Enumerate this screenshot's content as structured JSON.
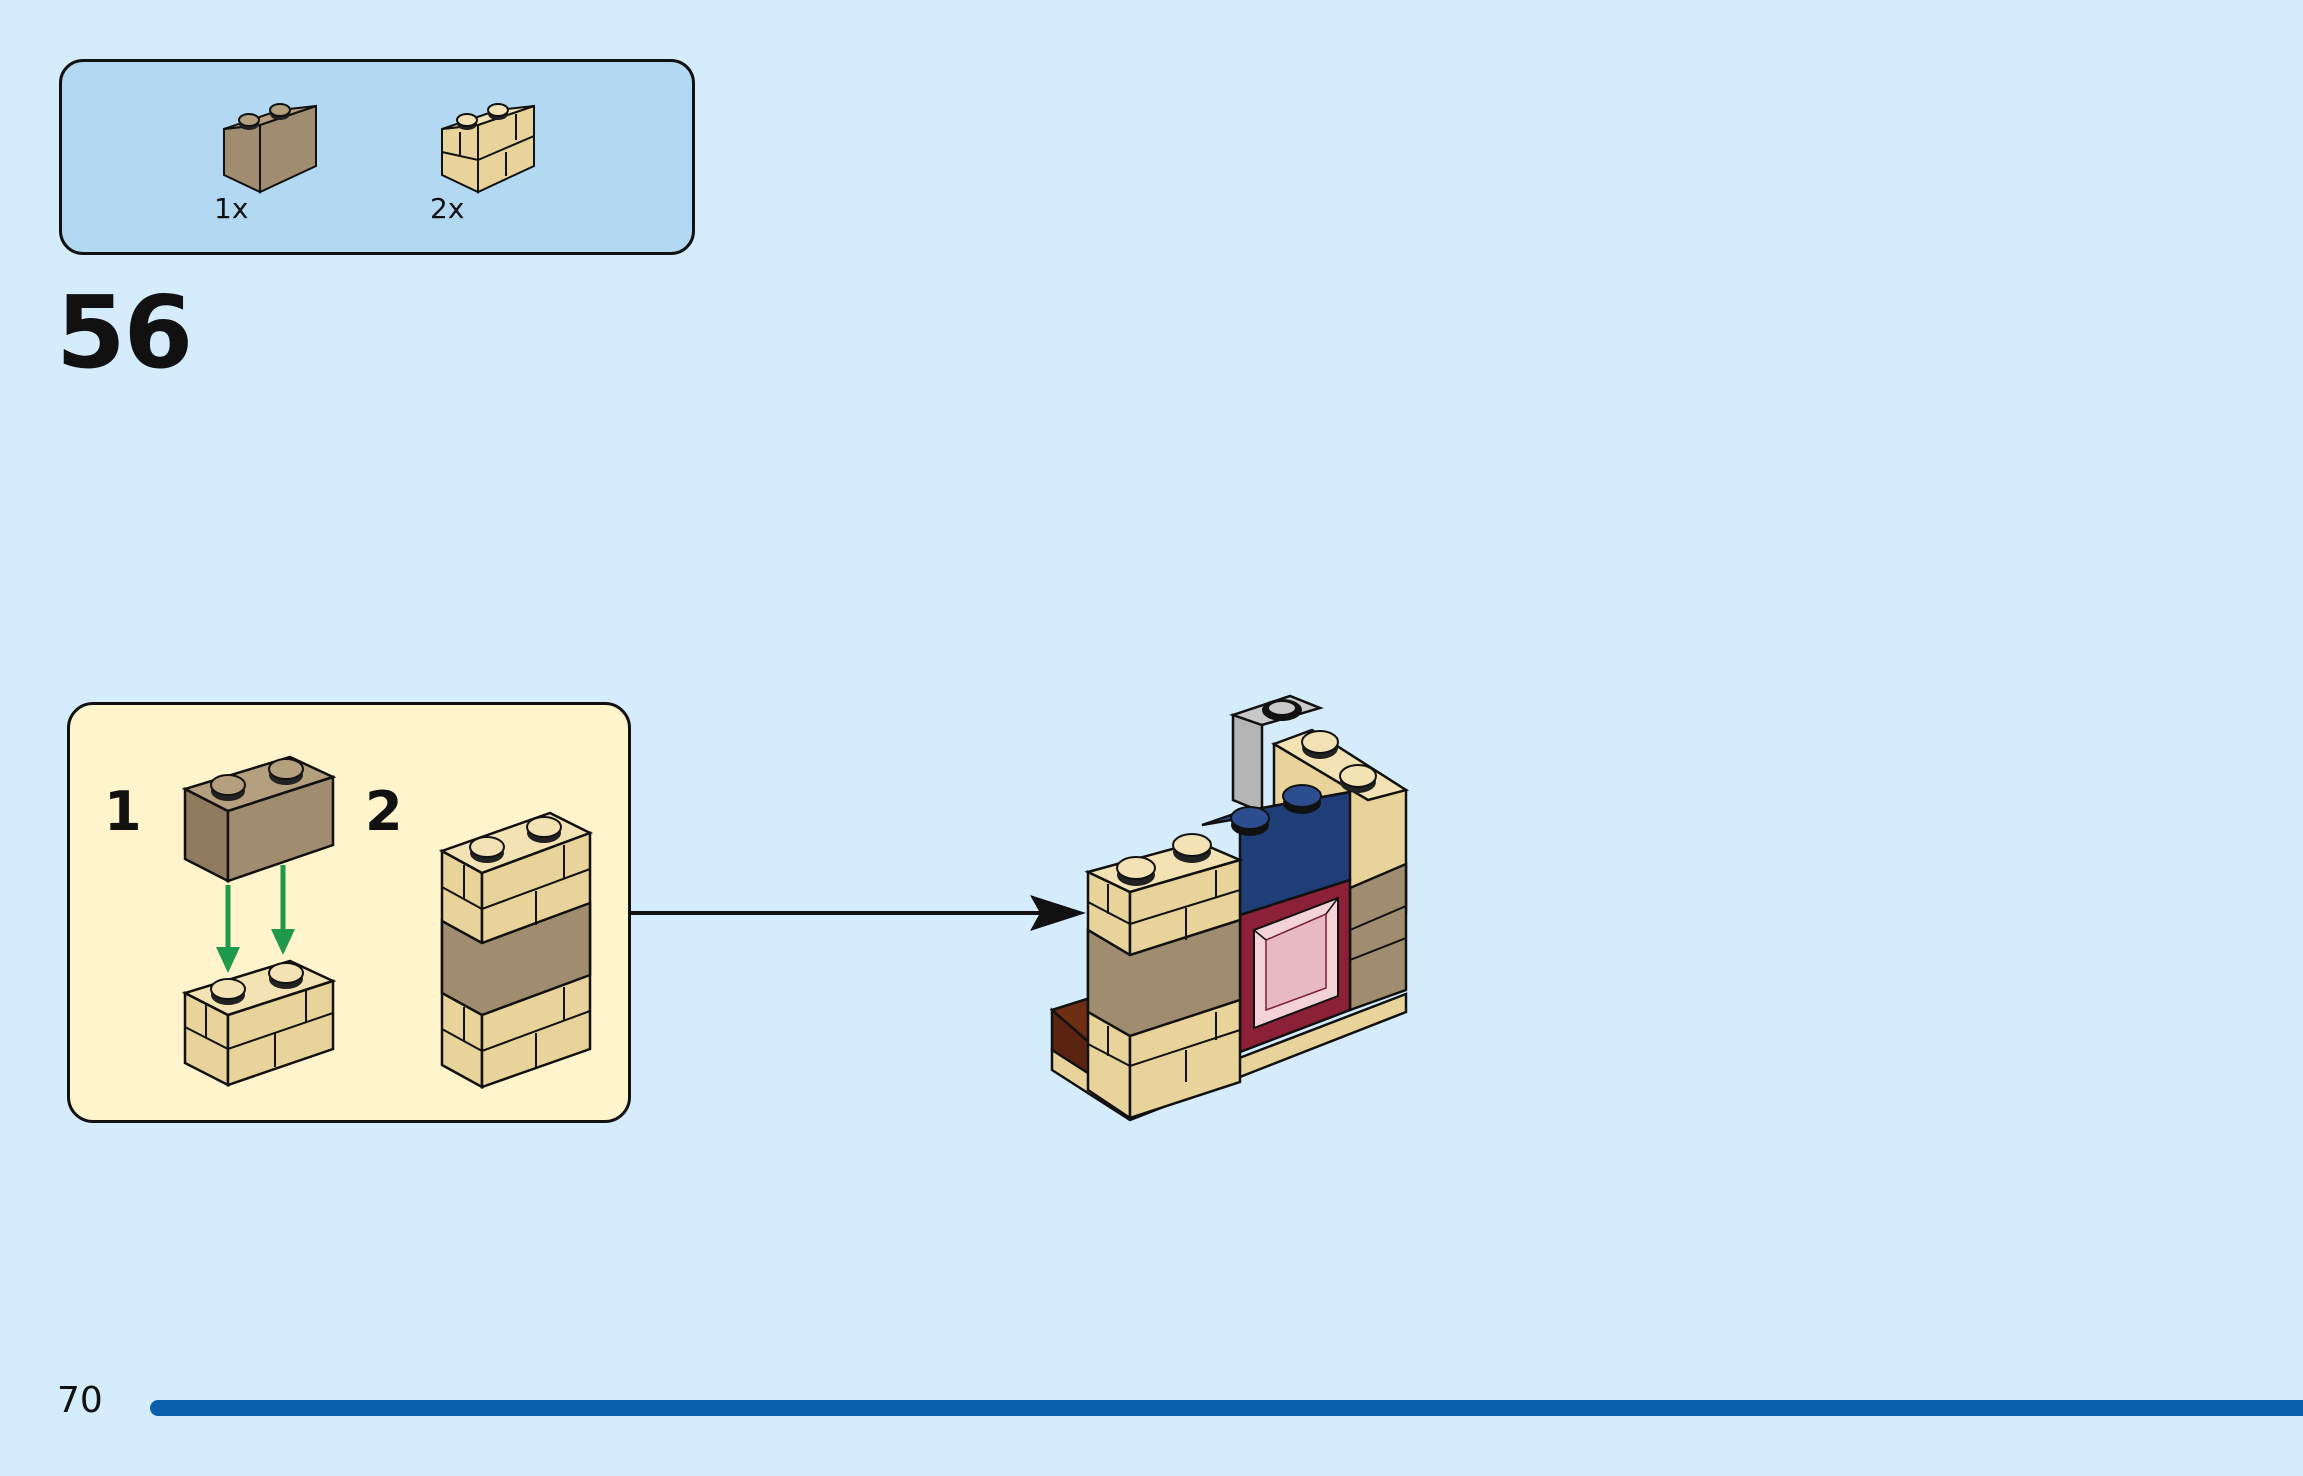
{
  "parts_list": {
    "items": [
      {
        "icon": "dark-tan-brick-1x2-icon",
        "quantity": "1x",
        "color": "#a08c6e"
      },
      {
        "icon": "tan-masonry-brick-1x2-icon",
        "quantity": "2x",
        "color": "#e8d49a"
      }
    ]
  },
  "step": {
    "number": "56"
  },
  "sub_assembly": {
    "step_1": "1",
    "step_2": "2"
  },
  "footer": {
    "page_number": "70"
  },
  "colors": {
    "background": "#d4ecfc",
    "parts_box": "#b3d8f1",
    "sub_box": "#fff4cc",
    "tan": "#e8d49a",
    "dark_tan": "#a08c6e",
    "blue": "#1f3e78",
    "dark_red": "#8b2036",
    "brown": "#6e2e12",
    "light_gray": "#b5b5b5",
    "arrow_green": "#1f9a4a",
    "page_bar": "#0b60ad"
  }
}
